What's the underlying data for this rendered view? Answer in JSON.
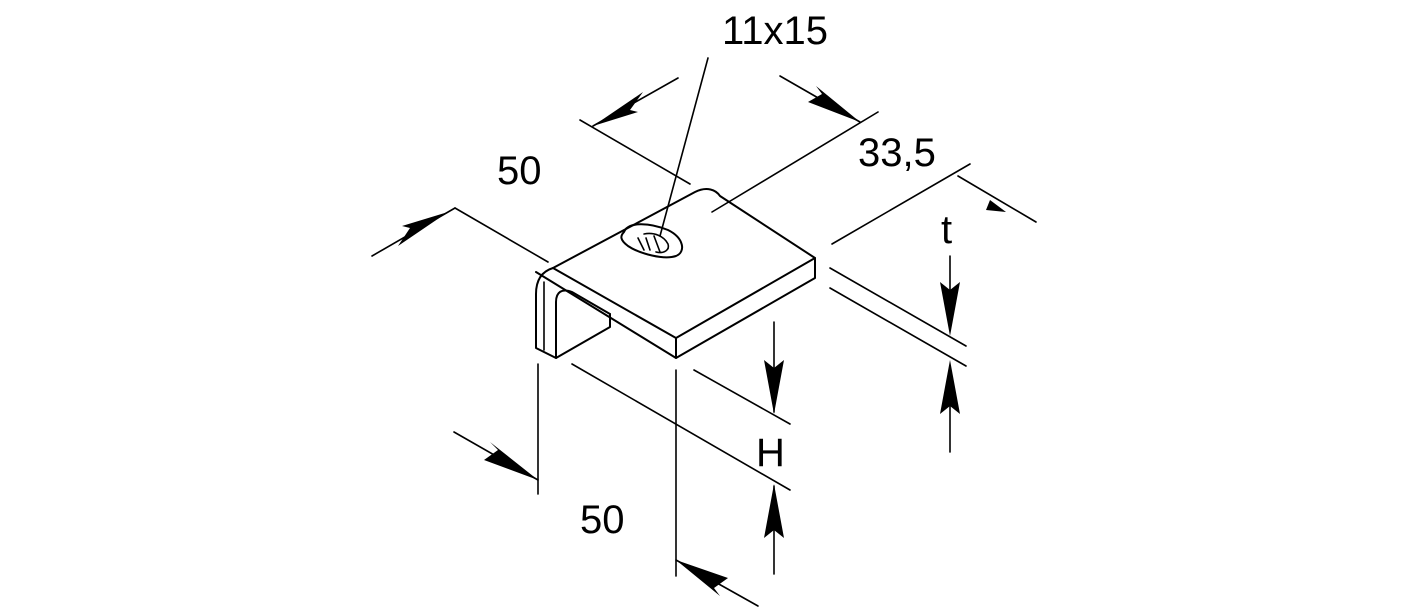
{
  "dimensions": {
    "hole": "11x15",
    "width_top": "50",
    "depth": "33,5",
    "width_bottom": "50",
    "thickness": "t",
    "height": "H"
  }
}
